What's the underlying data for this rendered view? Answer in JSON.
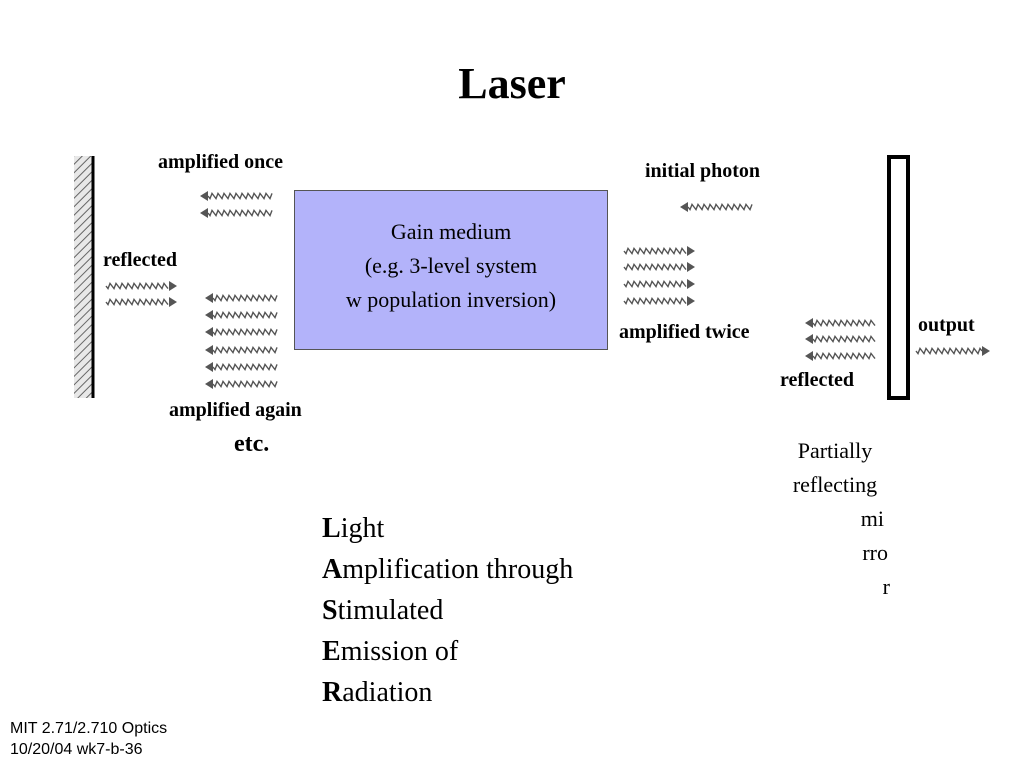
{
  "title": "Laser",
  "labels": {
    "amplified_once": "amplified once",
    "initial_photon": "initial photon",
    "reflected_left": "reflected",
    "amplified_twice": "amplified twice",
    "output": "output",
    "reflected_right": "reflected",
    "amplified_again": "amplified again",
    "etc": "etc."
  },
  "gain_medium": {
    "line1": "Gain medium",
    "line2": "(e.g. 3-level system",
    "line3": "w population inversion)"
  },
  "mirror_note": {
    "line1": "Partially",
    "line2": "reflecting",
    "line3": "mi",
    "line4": "rro",
    "line5": "r"
  },
  "acronym": [
    {
      "letter": "L",
      "rest": "ight"
    },
    {
      "letter": "A",
      "rest": "mplification through"
    },
    {
      "letter": "S",
      "rest": "timulated"
    },
    {
      "letter": "E",
      "rest": "mission of"
    },
    {
      "letter": "R",
      "rest": "adiation"
    }
  ],
  "footer": {
    "line1": "MIT 2.71/2.710 Optics",
    "line2": "10/20/04 wk7-b-36"
  }
}
